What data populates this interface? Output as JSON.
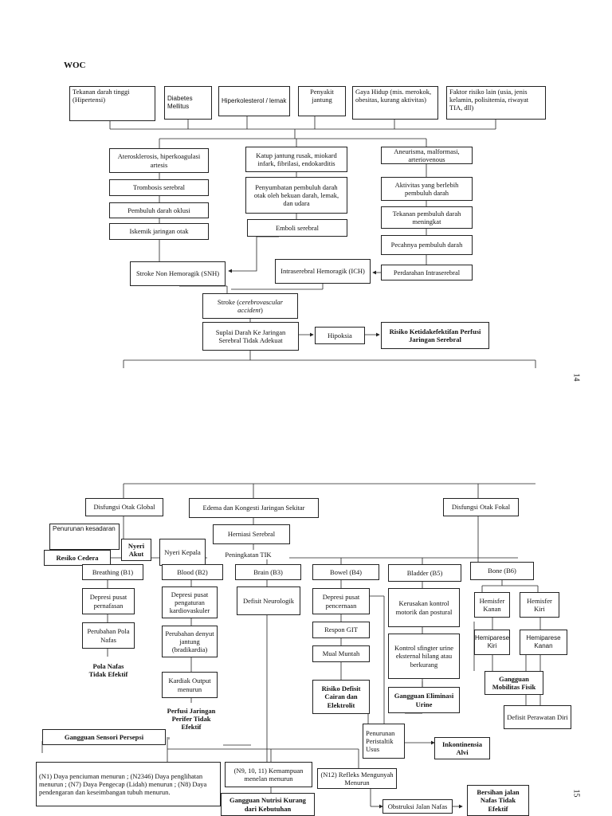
{
  "title": "WOC",
  "page_numbers": {
    "top": "14",
    "bottom": "15"
  },
  "top": {
    "risk": [
      "Tekanan darah tinggi (Hipertensi)",
      "Diabetes Mellitus",
      "Hiperkolesterol / lemak",
      "Penyakit jantung",
      "Gaya Hidup (mis. merokok, obesitas, kurang aktivitas)",
      "Faktor risiko lain (usia, jenis kelamin, polisitemia, riwayat TIA, dll)"
    ],
    "col1": [
      "Aterosklerosis, hiperkoagulasi artesis",
      "Trombosis serebral",
      "Pembuluh darah oklusi",
      "Iskemik jaringan otak"
    ],
    "col2": [
      "Katup jantung rusak, miokard infark, fibrilasi, endokarditis",
      "Penyumbatan pembuluh darah otak oleh bekuan darah, lemak, dan udara",
      "Emboli serebral"
    ],
    "col3": [
      "Aneurisma, malformasi, arteriovenous",
      "Aktivitas yang berlebih pembuluh darah",
      "Tekanan pembuluh darah meningkat",
      "Pecahnya pembuluh darah",
      "Perdarahan Intraserebral"
    ],
    "snh": "Stroke Non Hemoragik (SNH)",
    "ich": "Intraserebral Hemoragik (ICH)",
    "stroke_a": "Stroke (",
    "stroke_i": "cerebrovascular accident",
    "stroke_b": ")",
    "suplai": "Suplai Darah Ke Jaringan Serebral Tidak Adekuat",
    "hipoksia": "Hipoksia",
    "risiko_perfusi": "Risiko Ketidakefektifan Perfusi Jaringan Serebral"
  },
  "bottom": {
    "disfungsi_global": "Disfungsi Otak Global",
    "edema": "Edema dan Kongesti Jaringan Sekitar",
    "disfungsi_fokal": "Disfungsi Otak Fokal",
    "herniasi": "Herniasi Serebral",
    "penurunan_kesadaran": "Penurunan kesadaran",
    "nyeri_akut": "Nyeri Akut",
    "nyeri_kepala": "Nyeri Kepala",
    "peningkatan_tik": "Peningkatan TIK",
    "resiko_cedera": "Resiko Cedera",
    "b1": [
      "Breathing (B1)",
      "Depresi pusat pernafasan",
      "Perubahan Pola Nafas",
      "Pola Nafas Tidak Efektif"
    ],
    "b2": [
      "Blood (B2)",
      "Depresi pusat pengaturan kardiovaskuler",
      "Perubahan denyut jantung (bradikardia)",
      "Kardiak Output menurun",
      "Perfusi Jaringan Perifer Tidak Efektif"
    ],
    "b3": [
      "Brain (B3)",
      "Defisit Neurologik"
    ],
    "b4": [
      "Bowel (B4)",
      "Depresi pusat pencernaan",
      "Respon GIT",
      "Mual Muntah",
      "Risiko Defisit Cairan dan Elektrolit"
    ],
    "b5": [
      "Bladder (B5)",
      "Kerusakan kontrol motorik dan postural",
      "Kontrol sfingter urine eksternal hilang atau berkurang",
      "Gangguan Eliminasi Urine"
    ],
    "b6": [
      "Bone (B6)",
      "Hemisfer Kanan",
      "Hemisfer Kiri",
      "Hemiparese Kiri",
      "Hemiparese Kanan",
      "Gangguan Mobilitas Fisik",
      "Defisit Perawatan Diri"
    ],
    "peristaltik": "Penurunan Peristaltik Usus",
    "inkontinensia": "Inkontinensia Alvi",
    "sensori": "Gangguan Sensori Persepsi",
    "nervus": "(N1) Daya penciuman menurun ; (N2346) Daya penglihatan menurun ; (N7) Daya Pengecap (Lidah) menurun ; (N8) Daya pendengaran dan keseimbangan tubuh menurun.",
    "n9": "(N9, 10, 11) Kemampuan menelan menurun",
    "n12": "(N12) Refleks Mengunyah Menurun",
    "nutrisi": "Gangguan Nutrisi Kurang dari Kebutuhan",
    "obstruksi": "Obstruksi Jalan Nafas",
    "bersihan": "Bersihan jalan Nafas Tidak Efektif"
  }
}
